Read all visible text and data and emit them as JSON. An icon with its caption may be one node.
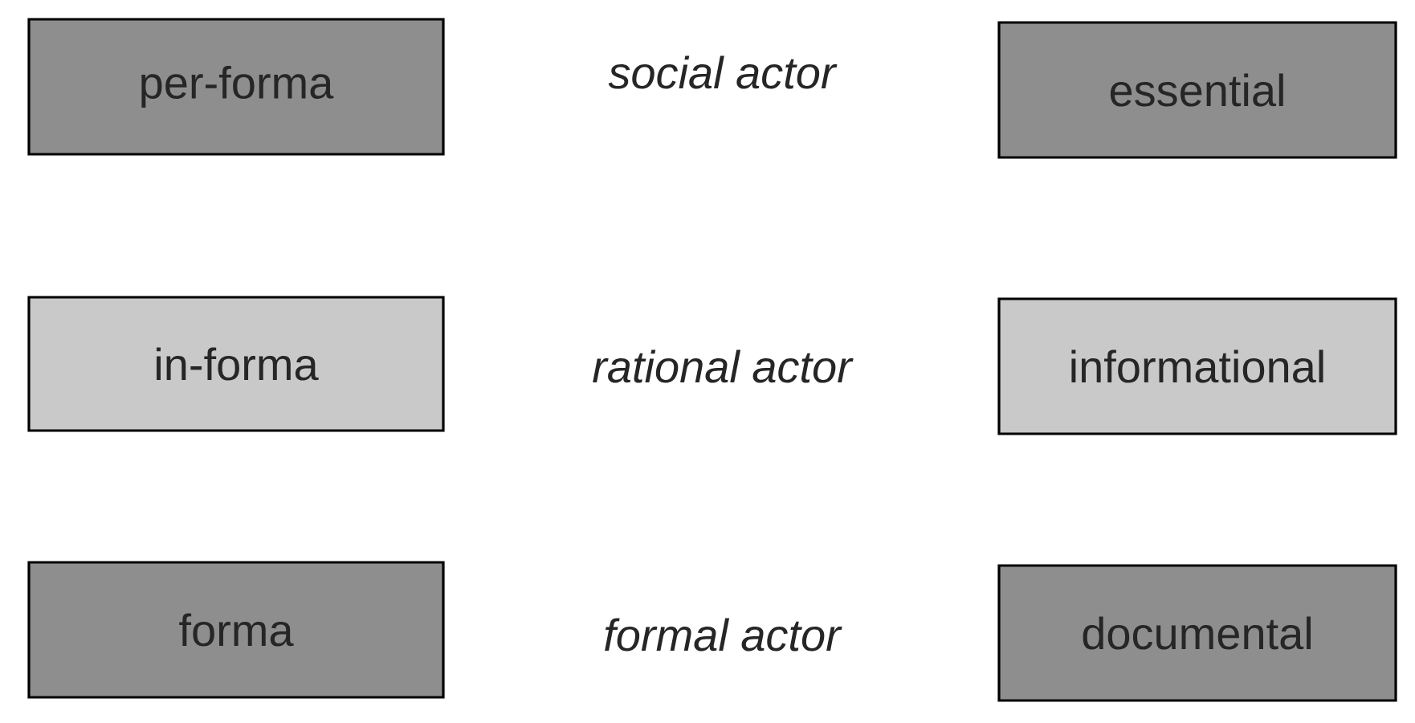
{
  "diagram": {
    "nodes": [
      {
        "text": [
          "per-forma"
        ]
      },
      {
        "text": [
          "essential"
        ]
      },
      {
        "text": [
          "in-forma"
        ]
      },
      {
        "text": [
          "informational"
        ]
      },
      {
        "text": [
          "forma"
        ]
      },
      {
        "text": [
          "documental"
        ]
      }
    ],
    "labels": [
      "*social actor*",
      "*rational actor*",
      "*formal actor*"
    ]
  }
}
